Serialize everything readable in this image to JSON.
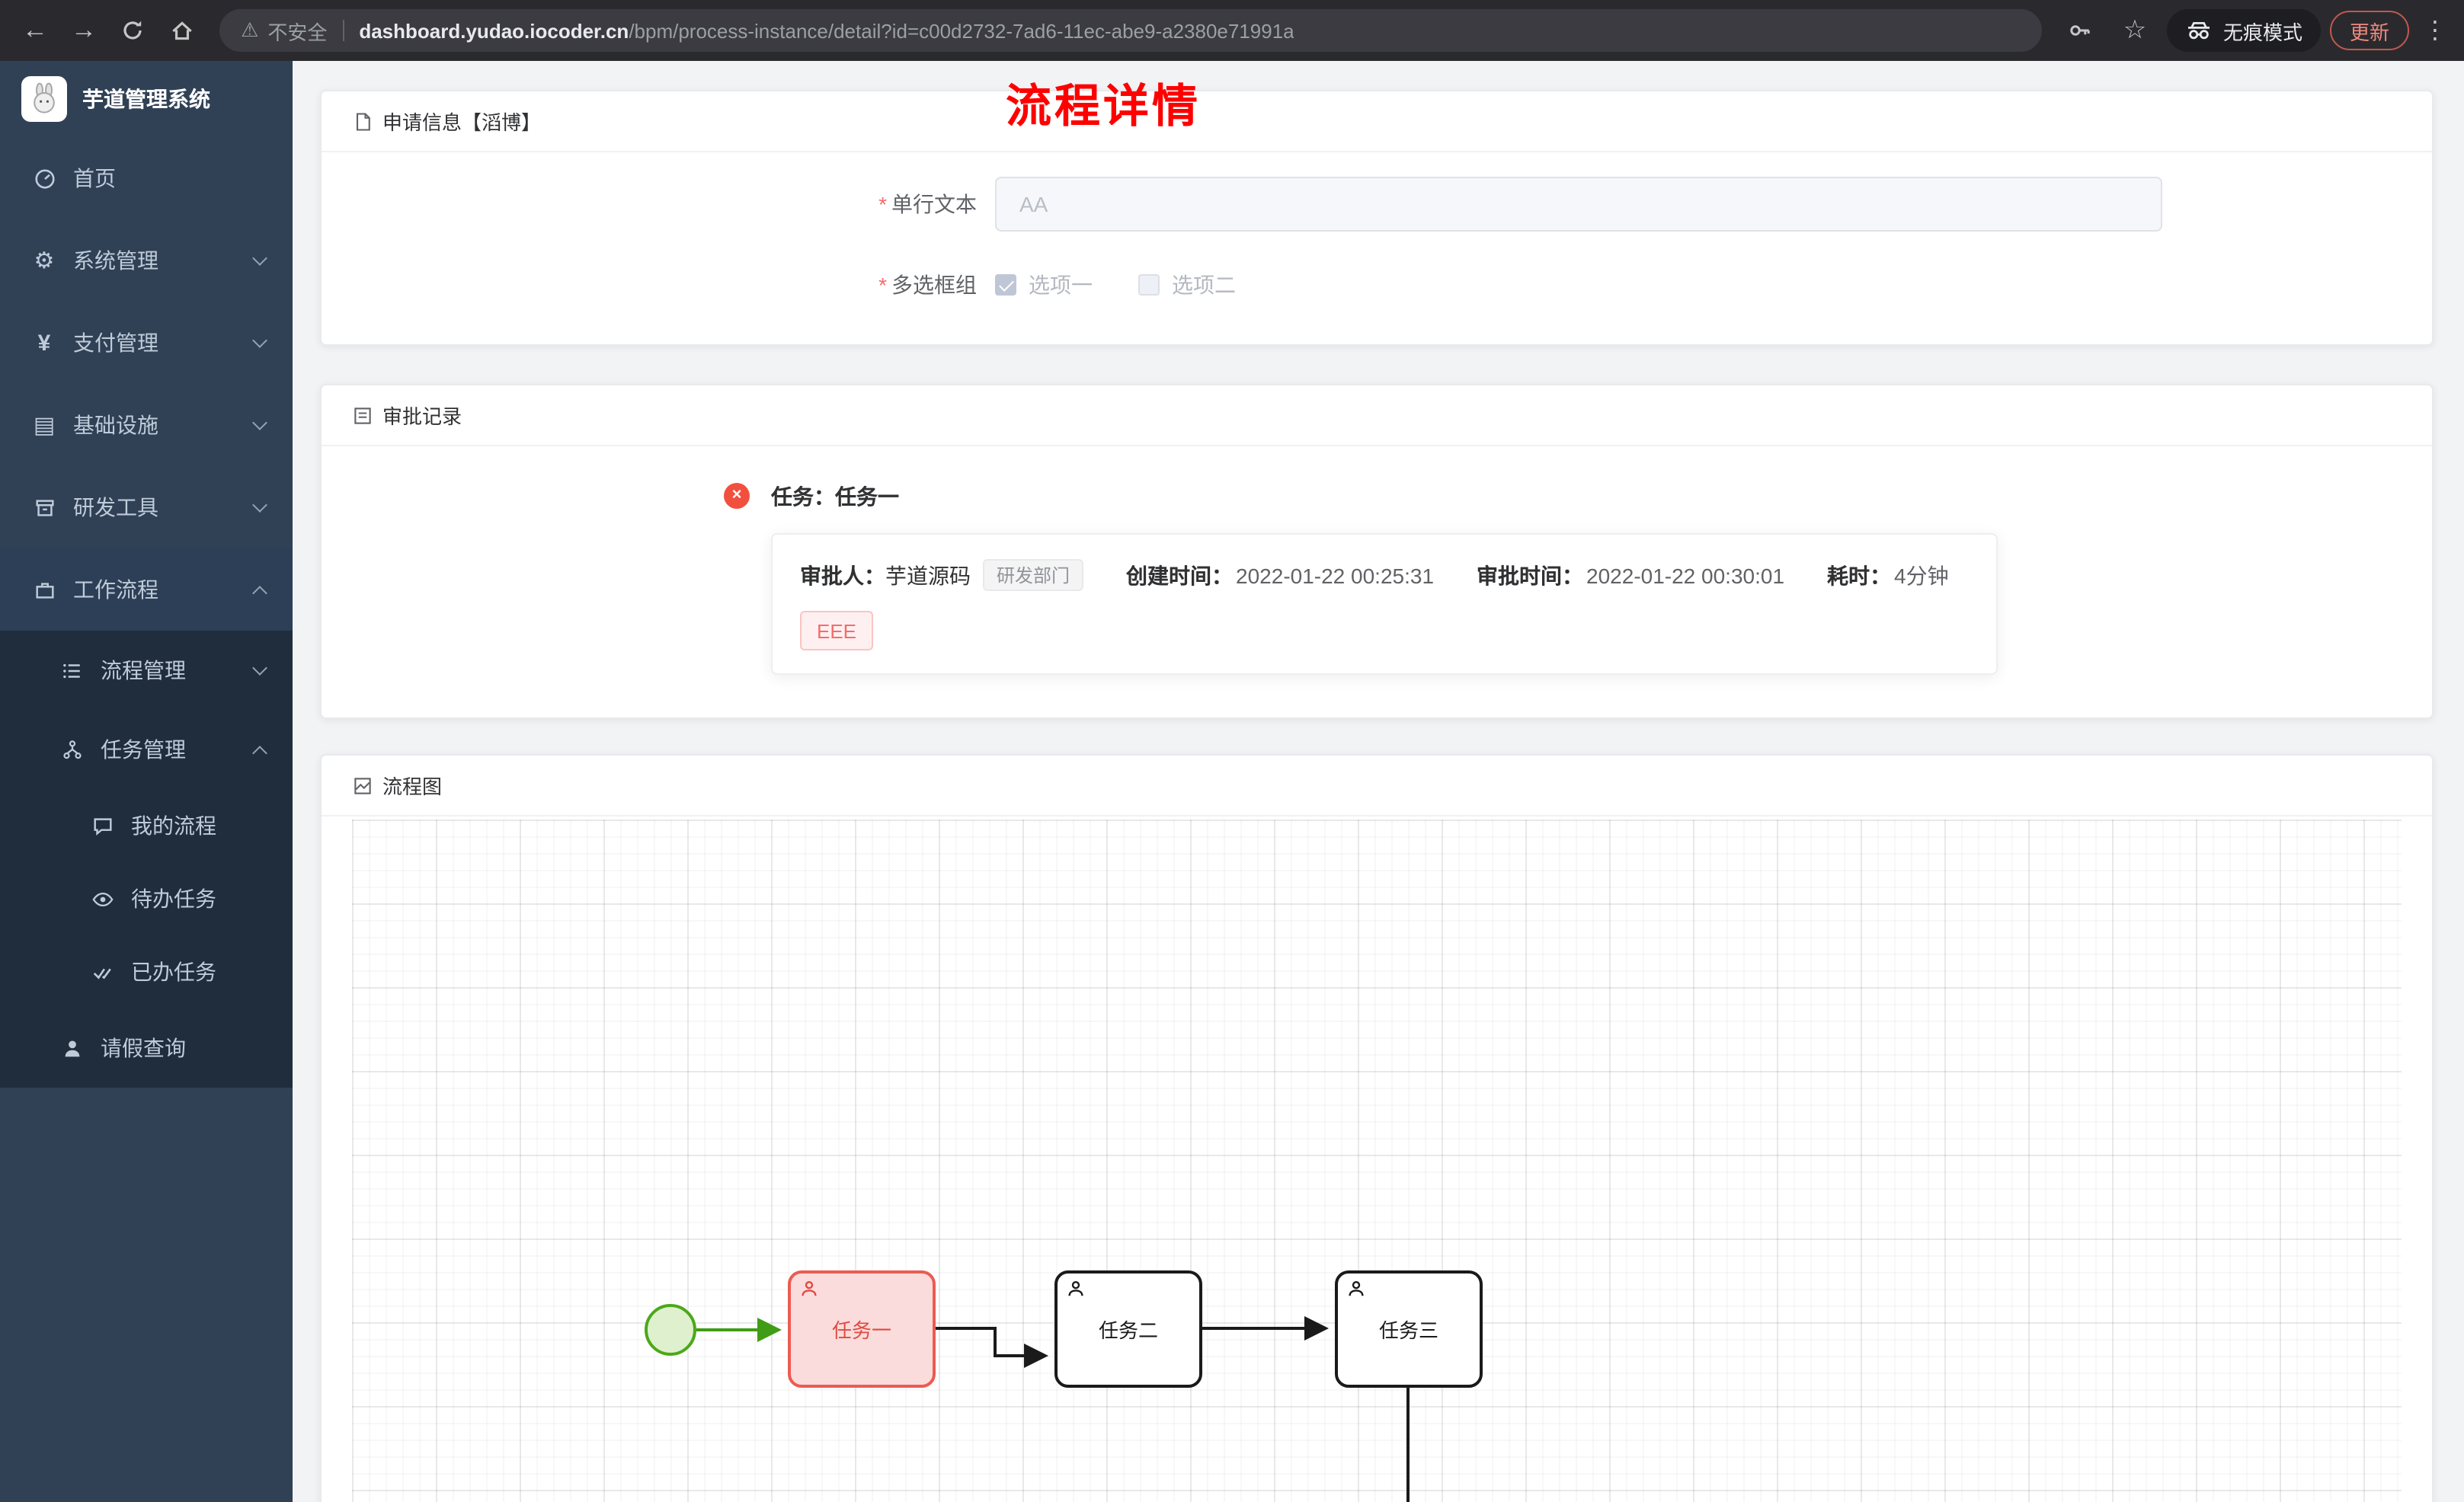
{
  "browser": {
    "security_label": "不安全",
    "url_domain": "dashboard.yudao.iocoder.cn",
    "url_path": "/bpm/process-instance/detail?id=c00d2732-7ad6-11ec-abe9-a2380e71991a",
    "incognito_label": "无痕模式",
    "update_label": "更新"
  },
  "sidebar": {
    "app_title": "芋道管理系统",
    "items": [
      {
        "label": "首页",
        "icon": "dashboard-icon",
        "level": 1,
        "arrow": ""
      },
      {
        "label": "系统管理",
        "icon": "gear-icon",
        "level": 1,
        "arrow": "down"
      },
      {
        "label": "支付管理",
        "icon": "yen-icon",
        "level": 1,
        "arrow": "down"
      },
      {
        "label": "基础设施",
        "icon": "infrastructure-icon",
        "level": 1,
        "arrow": "down"
      },
      {
        "label": "研发工具",
        "icon": "devtools-icon",
        "level": 1,
        "arrow": "down"
      },
      {
        "label": "工作流程",
        "icon": "workflow-icon",
        "level": 1,
        "arrow": "up"
      },
      {
        "label": "流程管理",
        "icon": "process-management-icon",
        "level": 2,
        "arrow": "down"
      },
      {
        "label": "任务管理",
        "icon": "task-management-icon",
        "level": 2,
        "arrow": "up"
      },
      {
        "label": "我的流程",
        "icon": "my-process-icon",
        "level": 3,
        "arrow": ""
      },
      {
        "label": "待办任务",
        "icon": "todo-task-icon",
        "level": 3,
        "arrow": ""
      },
      {
        "label": "已办任务",
        "icon": "done-task-icon",
        "level": 3,
        "arrow": ""
      },
      {
        "label": "请假查询",
        "icon": "leave-query-icon",
        "level": 2,
        "arrow": ""
      }
    ]
  },
  "page": {
    "title": "流程详情"
  },
  "apply_card": {
    "header": "申请信息【滔博】",
    "field_text": {
      "label": "单行文本",
      "value": "AA",
      "required": true
    },
    "field_checkbox": {
      "label": "多选框组",
      "required": true,
      "options": [
        {
          "label": "选项一",
          "checked": true
        },
        {
          "label": "选项二",
          "checked": false
        }
      ]
    }
  },
  "approval_card": {
    "header": "审批记录",
    "task_title": "任务：任务一",
    "approver_label": "审批人：",
    "approver_name": "芋道源码",
    "approver_dept": "研发部门",
    "create_label": "创建时间：",
    "create_time": "2022-01-22 00:25:31",
    "approve_label": "审批时间：",
    "approve_time": "2022-01-22 00:30:01",
    "duration_label": "耗时：",
    "duration_value": "4分钟",
    "reason_tag": "EEE"
  },
  "diagram_card": {
    "header": "流程图",
    "tasks": [
      {
        "label": "任务一",
        "state": "active-red"
      },
      {
        "label": "任务二",
        "state": "default"
      },
      {
        "label": "任务三",
        "state": "default"
      }
    ],
    "start_event": "start-completed-green"
  },
  "colors": {
    "title_red": "#ff0000",
    "active_task_red": "#ec5b52",
    "start_green": "#4ca819",
    "sidebar_bg": "#304156",
    "submenu_bg": "#1f2d3d"
  }
}
